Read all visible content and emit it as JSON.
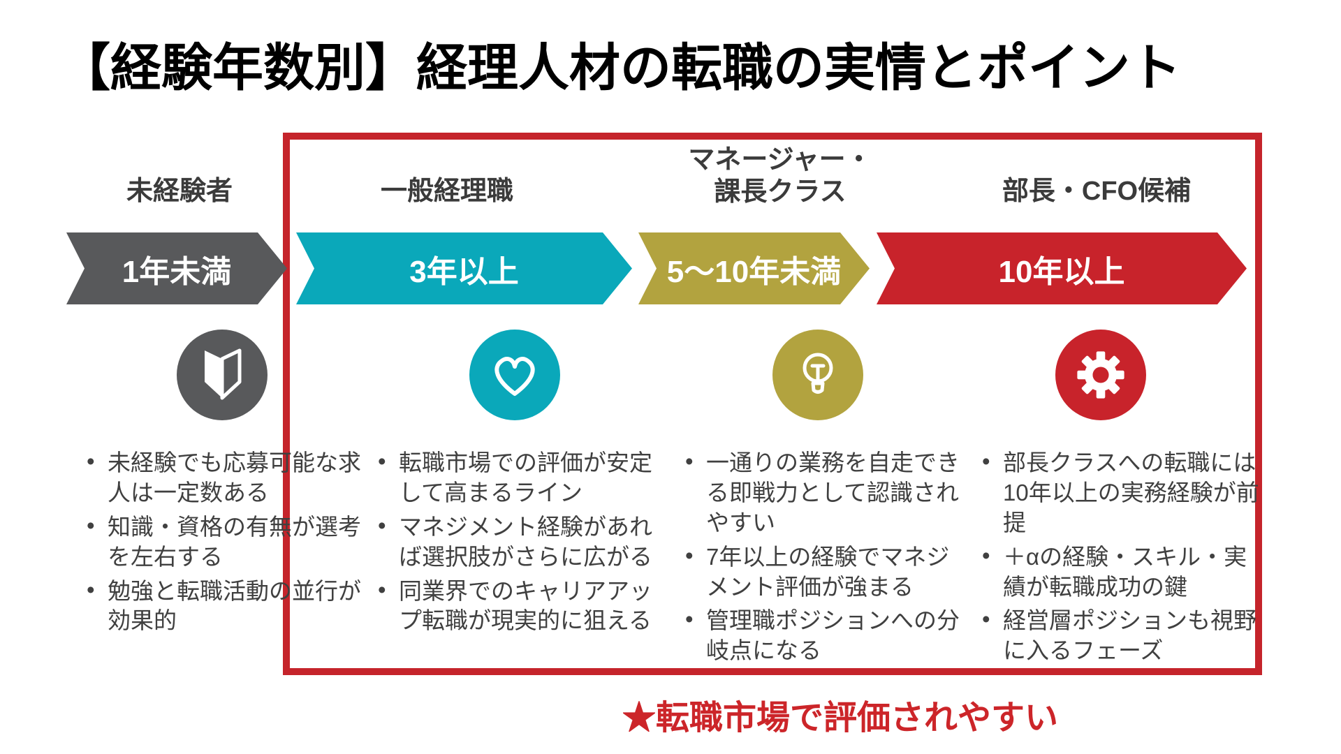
{
  "title": "【経験年数別】経理人材の転職の実情とポイント",
  "accent_red": "#C5242B",
  "footnote": "★転職市場で評価されやすい",
  "footnote_color": "#CC2529",
  "columns": [
    {
      "header": "未経験者",
      "arrow_label": "1年未満",
      "color": "#58595B",
      "icon": "beginner-mark-icon",
      "bullets": [
        "未経験でも応募可能な求人は一定数ある",
        "知識・資格の有無が選考を左右する",
        "勉強と転職活動の並行が効果的"
      ]
    },
    {
      "header": "一般経理職",
      "arrow_label": "3年以上",
      "color": "#0AA8BA",
      "icon": "heart-icon",
      "bullets": [
        "転職市場での評価が安定して高まるライン",
        "マネジメント経験があれば選択肢がさらに広がる",
        "同業界でのキャリアアップ転職が現実的に狙える"
      ]
    },
    {
      "header_line1": "マネージャー・",
      "header_line2": "課長クラス",
      "arrow_label": "5〜10年未満",
      "color": "#B2A33F",
      "icon": "lightbulb-icon",
      "bullets": [
        "一通りの業務を自走できる即戦力として認識されやすい",
        "7年以上の経験でマネジメント評価が強まる",
        "管理職ポジションへの分岐点になる"
      ]
    },
    {
      "header": "部長・CFO候補",
      "arrow_label": "10年以上",
      "color": "#C8232B",
      "icon": "gear-icon",
      "bullets": [
        "部長クラスへの転職には10年以上の実務経験が前提",
        "＋αの経験・スキル・実績が転職成功の鍵",
        "経営層ポジションも視野に入るフェーズ"
      ]
    }
  ]
}
